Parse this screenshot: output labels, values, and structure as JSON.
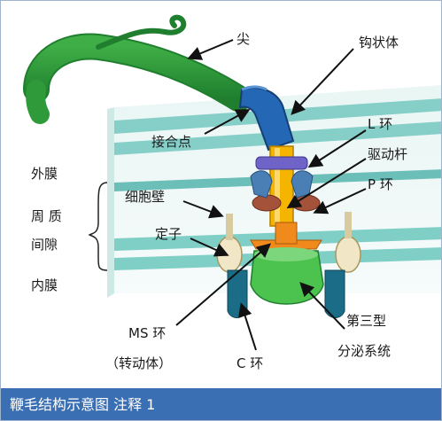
{
  "labels": {
    "tip": "尖",
    "hook": "钩状体",
    "junction": "接合点",
    "l_ring": "L 环",
    "drive_rod": "驱动杆",
    "p_ring": "P 环",
    "outer_membrane": "外膜",
    "periplasm_line1": "周 质",
    "periplasm_line2": "间隙",
    "cell_wall": "细胞壁",
    "stator": "定子",
    "inner_membrane": "内膜",
    "ms_ring": "MS 环",
    "rotor": "（转动体）",
    "c_ring": "C 环",
    "t3ss_line1": "第三型",
    "t3ss_line2": "分泌系统"
  },
  "caption": "鞭毛结构示意图 注释 1",
  "colors": {
    "filament": "#2e9a3a",
    "hook": "#2467b4",
    "membrane": "#86cfc9",
    "drive_rod": "#f4b400",
    "caption_bar": "#3a6fb3"
  }
}
